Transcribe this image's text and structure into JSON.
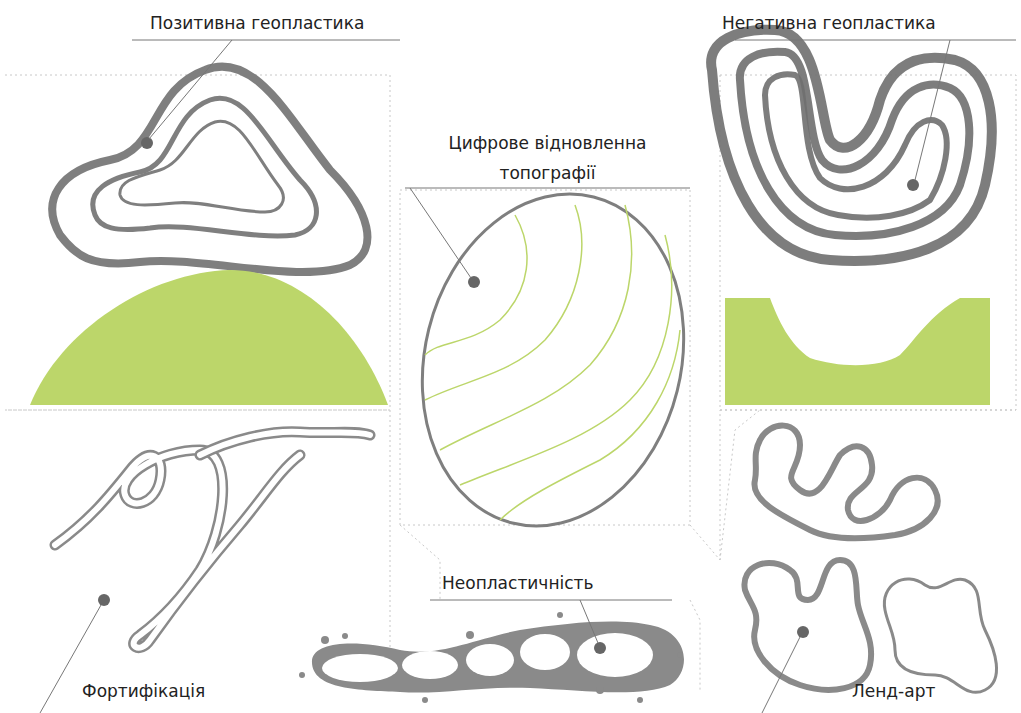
{
  "diagram": {
    "labels": [
      "Позитивна геопластика",
      "Негативна геопластика",
      "Цифрове відновленна топографії",
      "Неопластичність",
      "Фортифікація",
      "Ленд-арт"
    ]
  }
}
